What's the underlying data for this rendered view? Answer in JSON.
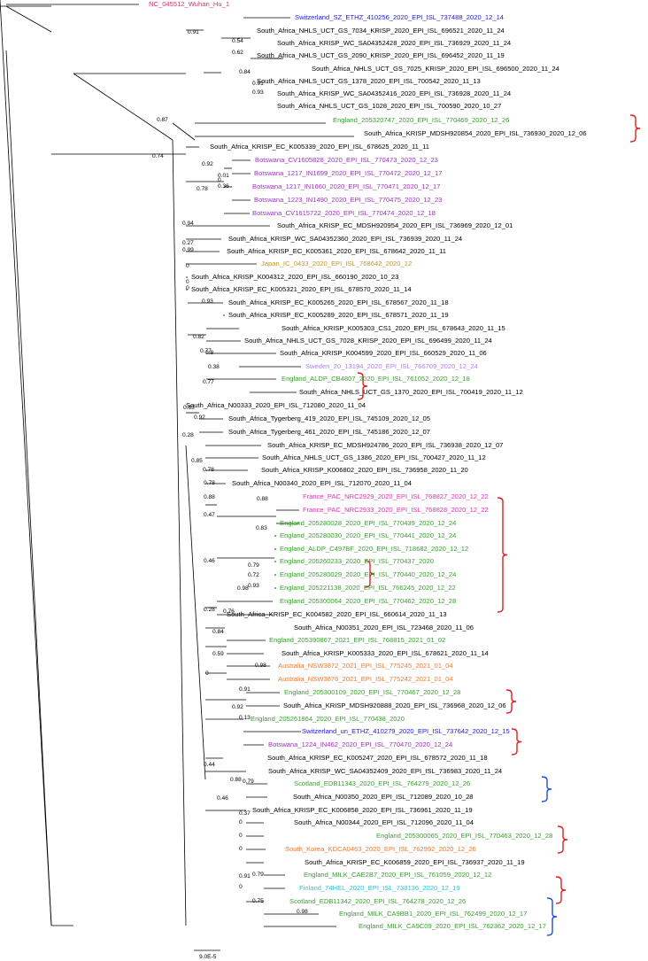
{
  "colors": {
    "black": "#000000",
    "ref": "#e0306a",
    "blue": "#2020e0",
    "green": "#3aa030",
    "purple": "#a030c8",
    "gold": "#c8922c",
    "lavender": "#b080f0",
    "magenta": "#e830b0",
    "orange": "#f07830",
    "cyan": "#20c8d8",
    "red_bracket": "#e02020",
    "blue_bracket": "#2050e0"
  },
  "scale_bar": {
    "label": "9.0E-5"
  },
  "tips": [
    {
      "label": "NC_045512_Wuhan_Hu_1",
      "color": "ref"
    },
    {
      "label": "Switzerland_SZ_ETHZ_410256_2020_EPI_ISL_737488_2020_12_14",
      "color": "blue"
    },
    {
      "label": "South_Africa_NHLS_UCT_GS_7034_KRISP_2020_EPI_ISL_696521_2020_11_24",
      "color": "black"
    },
    {
      "label": "South_Africa_KRISP_WC_SA04352428_2020_EPI_ISL_736929_2020_11_24",
      "color": "black"
    },
    {
      "label": "South_Africa_NHLS_UCT_GS_2090_KRISP_2020_EPI_ISL_696452_2020_11_19",
      "color": "black"
    },
    {
      "label": "South_Africa_NHLS_UCT_GS_7025_KRISP_2020_EPI_ISL_696500_2020_11_24",
      "color": "black"
    },
    {
      "label": "South_Africa_NHLS_UCT_GS_1378_2020_EPI_ISL_700542_2020_11_13",
      "color": "black"
    },
    {
      "label": "South_Africa_KRISP_WC_SA04352416_2020_EPI_ISL_736928_2020_11_24",
      "color": "black"
    },
    {
      "label": "South_Africa_NHLS_UCT_GS_1028_2020_EPI_ISL_700590_2020_10_27",
      "color": "black"
    },
    {
      "label": "England_205320747_2020_EPI_ISL_770469_2020_12_26",
      "color": "green"
    },
    {
      "label": "South_Africa_KRISP_MDSH920854_2020_EPI_ISL_736930_2020_12_06",
      "color": "black"
    },
    {
      "label": "South_Africa_KRISP_EC_K005339_2020_EPI_ISL_678625_2020_11_11",
      "color": "black"
    },
    {
      "label": "Botswana_CV1605828_2020_EPI_ISL_770473_2020_12_23",
      "color": "purple"
    },
    {
      "label": "Botswana_1217_IN1699_2020_EPI_ISL_770472_2020_12_17",
      "color": "purple"
    },
    {
      "label": "Botswana_1217_IN1660_2020_EPI_ISL_770471_2020_12_17",
      "color": "purple"
    },
    {
      "label": "Botswana_1223_IN1490_2020_EPI_ISL_770475_2020_12_23",
      "color": "purple"
    },
    {
      "label": "Botswana_CV1615722_2020_EPI_ISL_770474_2020_12_18",
      "color": "purple"
    },
    {
      "label": "South_Africa_KRISP_EC_MDSH920954_2020_EPI_ISL_736969_2020_12_01",
      "color": "black"
    },
    {
      "label": "South_Africa_KRISP_WC_SA04352360_2020_EPI_ISL_736939_2020_11_24",
      "color": "black"
    },
    {
      "label": "South_Africa_KRISP_EC_K005361_2020_EPI_ISL_678642_2020_11_11",
      "color": "black"
    },
    {
      "label": "Japan_IC_0433_2020_EPI_ISL_768642_2020_12",
      "color": "gold"
    },
    {
      "label": "South_Africa_KRISP_K004312_2020_EPI_ISL_660190_2020_10_23",
      "color": "black"
    },
    {
      "label": "South_Africa_KRISP_EC_K005321_2020_EPI_ISL_678570_2020_11_14",
      "color": "black"
    },
    {
      "label": "South_Africa_KRISP_EC_K005265_2020_EPI_ISL_678567_2020_11_18",
      "color": "black"
    },
    {
      "label": "South_Africa_KRISP_EC_K005289_2020_EPI_ISL_678571_2020_11_19",
      "color": "black"
    },
    {
      "label": "South_Africa_KRISP_K005303_CS1_2020_EPI_ISL_678643_2020_11_15",
      "color": "black"
    },
    {
      "label": "South_Africa_NHLS_UCT_GS_7028_KRISP_2020_EPI_ISL_696499_2020_11_24",
      "color": "black"
    },
    {
      "label": "South_Africa_KRISP_K004599_2020_EPI_ISL_660529_2020_11_06",
      "color": "black"
    },
    {
      "label": "Sweden_20_13194_2020_EPI_ISL_766709_2020_12_24",
      "color": "lavender"
    },
    {
      "label": "England_ALDP_CB4807_2020_EPI_ISL_761052_2020_12_18",
      "color": "green"
    },
    {
      "label": "South_Africa_NHLS_UCT_GS_1370_2020_EPI_ISL_700419_2020_11_12",
      "color": "black"
    },
    {
      "label": "South_Africa_N00333_2020_EPI_ISL_712080_2020_11_04",
      "color": "black"
    },
    {
      "label": "South_Africa_Tygerberg_419_2020_EPI_ISL_745109_2020_12_05",
      "color": "black"
    },
    {
      "label": "South_Africa_Tygerberg_461_2020_EPI_ISL_745186_2020_12_07",
      "color": "black"
    },
    {
      "label": "South_Africa_KRISP_EC_MDSH924786_2020_EPI_ISL_736938_2020_12_07",
      "color": "black"
    },
    {
      "label": "South_Africa_NHLS_UCT_GS_1386_2020_EPI_ISL_700427_2020_11_12",
      "color": "black"
    },
    {
      "label": "South_Africa_KRISP_K006802_2020_EPI_ISL_736958_2020_11_20",
      "color": "black"
    },
    {
      "label": "South_Africa_N00340_2020_EPI_ISL_712070_2020_11_04",
      "color": "black"
    },
    {
      "label": "France_PAC_NRC2929_2020_EPI_ISL_768827_2020_12_22",
      "color": "magenta"
    },
    {
      "label": "France_PAC_NRC2933_2020_EPI_ISL_768828_2020_12_22",
      "color": "magenta"
    },
    {
      "label": "England_205280028_2020_EPI_ISL_770439_2020_12_24",
      "color": "green"
    },
    {
      "label": "England_205280030_2020_EPI_ISL_770441_2020_12_24",
      "color": "green"
    },
    {
      "label": "England_ALDP_C497BF_2020_EPI_ISL_718682_2020_12_12",
      "color": "green"
    },
    {
      "label": "England_205260233_2020_EPI_ISL_770437_2020",
      "color": "green"
    },
    {
      "label": "England_205280029_2020_EPI_ISL_770440_2020_12_24",
      "color": "green"
    },
    {
      "label": "England_205221138_2020_EPI_ISL_766245_2020_12_22",
      "color": "green"
    },
    {
      "label": "England_205300064_2020_EPI_ISL_770462_2020_12_28",
      "color": "green"
    },
    {
      "label": "South_Africa_KRISP_EC_K004582_2020_EPI_ISL_660614_2020_11_13",
      "color": "black"
    },
    {
      "label": "South_Africa_N00351_2020_EPI_ISL_723468_2020_11_06",
      "color": "black"
    },
    {
      "label": "England_205390867_2021_EPI_ISL_768815_2021_01_02",
      "color": "green"
    },
    {
      "label": "South_Africa_KRISP_K005333_2020_EPI_ISL_678621_2020_11_14",
      "color": "black"
    },
    {
      "label": "Australia_NSW3872_2021_EPI_ISL_775245_2021_01_04",
      "color": "orange"
    },
    {
      "label": "Australia_NSW3876_2021_EPI_ISL_775242_2021_01_04",
      "color": "orange"
    },
    {
      "label": "England_205300109_2020_EPI_ISL_770467_2020_12_28",
      "color": "green"
    },
    {
      "label": "South_Africa_KRISP_MDSH920888_2020_EPI_ISL_736968_2020_12_06",
      "color": "black"
    },
    {
      "label": "England_205261864_2020_EPI_ISL_770438_2020",
      "color": "green"
    },
    {
      "label": "Switzerland_un_ETHZ_410279_2020_EPI_ISL_737642_2020_12_15",
      "color": "blue"
    },
    {
      "label": "Botswana_1224_IN462_2020_EPI_ISL_770470_2020_12_24",
      "color": "purple"
    },
    {
      "label": "South_Africa_KRISP_EC_K005247_2020_EPI_ISL_678572_2020_11_18",
      "color": "black"
    },
    {
      "label": "South_Africa_KRISP_WC_SA04352409_2020_EPI_ISL_736983_2020_11_24",
      "color": "black"
    },
    {
      "label": "Scotland_EDB11343_2020_EPI_ISL_764279_2020_12_26",
      "color": "green"
    },
    {
      "label": "South_Africa_N00350_2020_EPI_ISL_712089_2020_10_28",
      "color": "black"
    },
    {
      "label": "South_Africa_KRISP_EC_K006858_2020_EPI_ISL_736961_2020_11_19",
      "color": "black"
    },
    {
      "label": "South_Africa_N00344_2020_EPI_ISL_712096_2020_11_04",
      "color": "black"
    },
    {
      "label": "England_205300065_2020_EPI_ISL_770463_2020_12_28",
      "color": "green"
    },
    {
      "label": "South_Korea_KDCA0463_2020_EPI_ISL_762992_2020_12_26",
      "color": "orange"
    },
    {
      "label": "South_Africa_KRISP_EC_K006859_2020_EPI_ISL_736937_2020_11_19",
      "color": "black"
    },
    {
      "label": "England_MILK_CAE2B7_2020_EPI_ISL_761059_2020_12_12",
      "color": "green"
    },
    {
      "label": "Finland_74HEL_2020_EPI_ISL_738136_2020_12_19",
      "color": "cyan"
    },
    {
      "label": "Scotland_EDB11342_2020_EPI_ISL_764278_2020_12_26",
      "color": "green"
    },
    {
      "label": "England_MILK_CA9BB1_2020_EPI_ISL_762499_2020_12_17",
      "color": "green"
    },
    {
      "label": "England_MILK_CA9C09_2020_EPI_ISL_762362_2020_12_17",
      "color": "green"
    }
  ],
  "support_values": [
    "0.91",
    "0.54",
    "0.62",
    "0.84",
    "0.91",
    "0.93",
    "0.87",
    "0.74",
    "0.92",
    "0.01",
    "0",
    "0.36",
    "0.78",
    "0.94",
    "0.27",
    "0.99",
    "0",
    "0",
    "0.93",
    "0",
    "0.82",
    "0.77",
    "0.8",
    "0.38",
    "0.77",
    "0.63",
    "0.92",
    "0.28",
    "0.85",
    "0.78",
    "0.78",
    "0.88",
    "0.88",
    "0.47",
    "0.83",
    "0.79",
    "0.72",
    "0.93",
    "0.46",
    "0.98",
    "0.28",
    "0.76",
    "0.84",
    "0.59",
    "0.98",
    "0",
    "0.91",
    "0.92",
    "0.13",
    "0.44",
    "0.88",
    "0.79",
    "0.46",
    "0.37",
    "0",
    "0",
    "0",
    "0.91",
    "0.79",
    "0",
    "0.75",
    "0.98"
  ]
}
